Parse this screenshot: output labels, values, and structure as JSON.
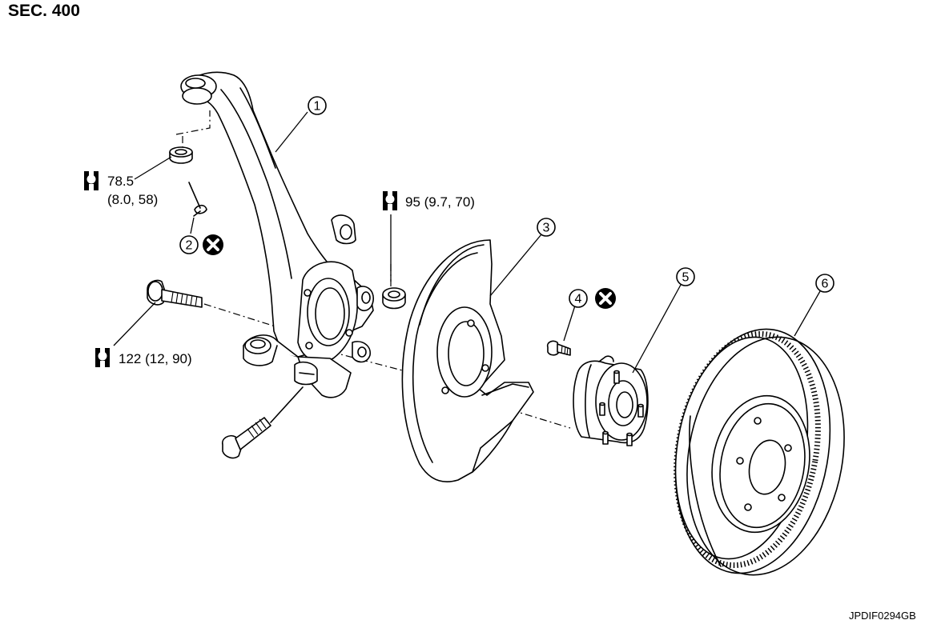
{
  "header": {
    "section": "SEC. 400"
  },
  "footer": {
    "figure_id": "JPDIF0294GB"
  },
  "callouts": [
    {
      "number": "1"
    },
    {
      "number": "2"
    },
    {
      "number": "3"
    },
    {
      "number": "4"
    },
    {
      "number": "5"
    },
    {
      "number": "6"
    }
  ],
  "torques": [
    {
      "line1": "78.5",
      "line2": "(8.0, 58)"
    },
    {
      "line1": "95 (9.7, 70)"
    },
    {
      "line1": "122 (12, 90)"
    }
  ],
  "icons": {
    "torque": "torque-wrench-icon",
    "replace": "do-not-reuse-icon"
  }
}
